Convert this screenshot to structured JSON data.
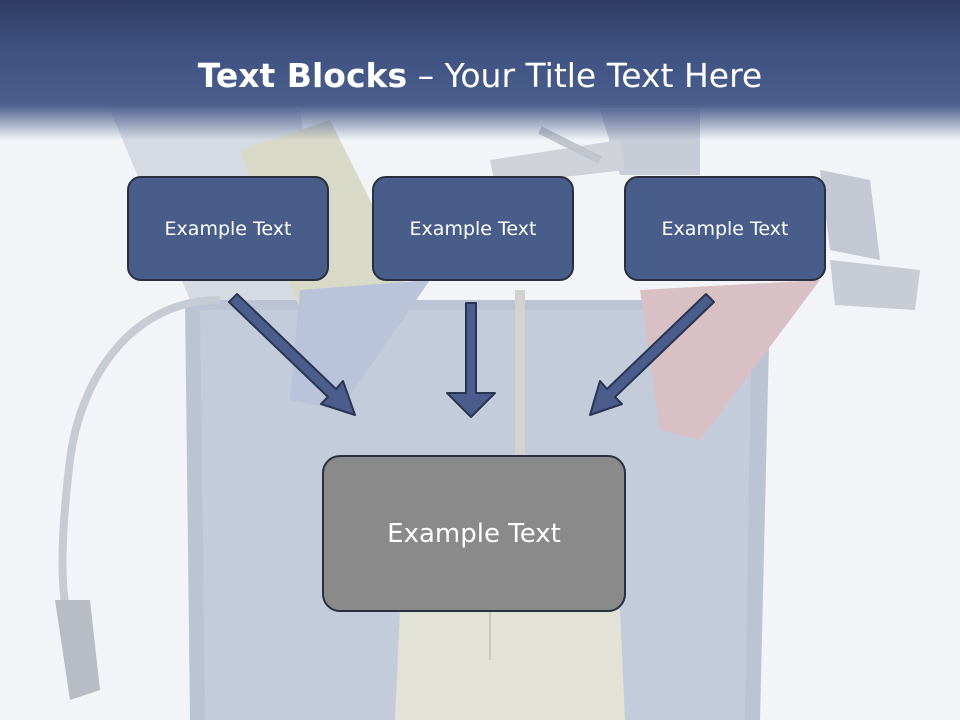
{
  "title": {
    "bold": "Text Blocks",
    "dash": " – ",
    "rest": "Your Title Text Here"
  },
  "boxes": {
    "left": "Example Text",
    "center": "Example Text",
    "right": "Example Text",
    "bottom": "Example Text"
  },
  "colors": {
    "header": "#3e5180",
    "box_blue": "#495d8b",
    "box_gray": "#8a8a8a",
    "arrow": "#4a5d8c",
    "background": "#f2f4f8"
  }
}
